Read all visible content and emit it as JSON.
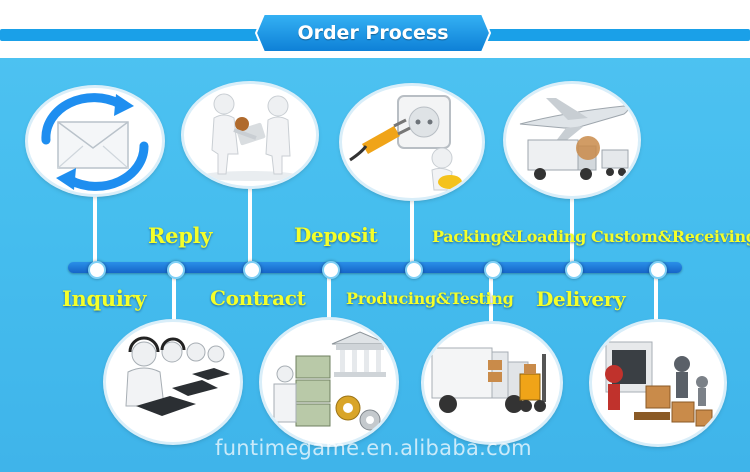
{
  "header": {
    "title": "Order Process"
  },
  "steps": [
    {
      "label": "Inquiry"
    },
    {
      "label": "Reply"
    },
    {
      "label": "Contract"
    },
    {
      "label": "Deposit"
    },
    {
      "label": "Producing&Testing"
    },
    {
      "label": "Packing&Loading"
    },
    {
      "label": "Delivery"
    },
    {
      "label": "Custom&Receiving"
    }
  ],
  "illustrations": [
    {
      "icon": "email-refresh-icon"
    },
    {
      "icon": "handshake-contract-icon"
    },
    {
      "icon": "plug-socket-icon"
    },
    {
      "icon": "airplane-truck-icon"
    },
    {
      "icon": "call-center-icon"
    },
    {
      "icon": "bank-money-icon"
    },
    {
      "icon": "truck-forklift-icon"
    },
    {
      "icon": "warehouse-robots-icon"
    }
  ],
  "watermark": "funtimegame.en.alibaba.com",
  "colors": {
    "background": "#45bdee",
    "header_band": "#ffffff",
    "timeline": "#1a74d6",
    "label": "#f4ff2a"
  }
}
